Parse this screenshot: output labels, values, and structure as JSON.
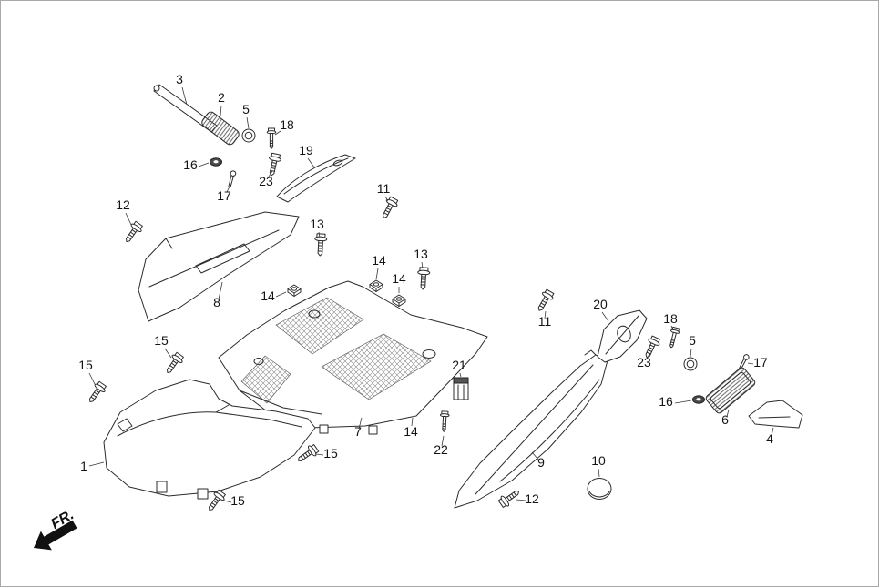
{
  "frame": {
    "fr_label": "FR."
  },
  "colors": {
    "line": "#2b2b2b",
    "background": "#ffffff"
  },
  "callouts": [
    {
      "label": "3"
    },
    {
      "label": "2"
    },
    {
      "label": "5"
    },
    {
      "label": "18"
    },
    {
      "label": "16"
    },
    {
      "label": "23"
    },
    {
      "label": "17"
    },
    {
      "label": "19"
    },
    {
      "label": "11"
    },
    {
      "label": "12"
    },
    {
      "label": "13"
    },
    {
      "label": "14"
    },
    {
      "label": "13"
    },
    {
      "label": "14"
    },
    {
      "label": "8"
    },
    {
      "label": "14"
    },
    {
      "label": "11"
    },
    {
      "label": "20"
    },
    {
      "label": "18"
    },
    {
      "label": "5"
    },
    {
      "label": "23"
    },
    {
      "label": "17"
    },
    {
      "label": "15"
    },
    {
      "label": "15"
    },
    {
      "label": "16"
    },
    {
      "label": "6"
    },
    {
      "label": "4"
    },
    {
      "label": "21"
    },
    {
      "label": "7"
    },
    {
      "label": "14"
    },
    {
      "label": "22"
    },
    {
      "label": "9"
    },
    {
      "label": "10"
    },
    {
      "label": "15"
    },
    {
      "label": "1"
    },
    {
      "label": "15"
    },
    {
      "label": "12"
    }
  ]
}
